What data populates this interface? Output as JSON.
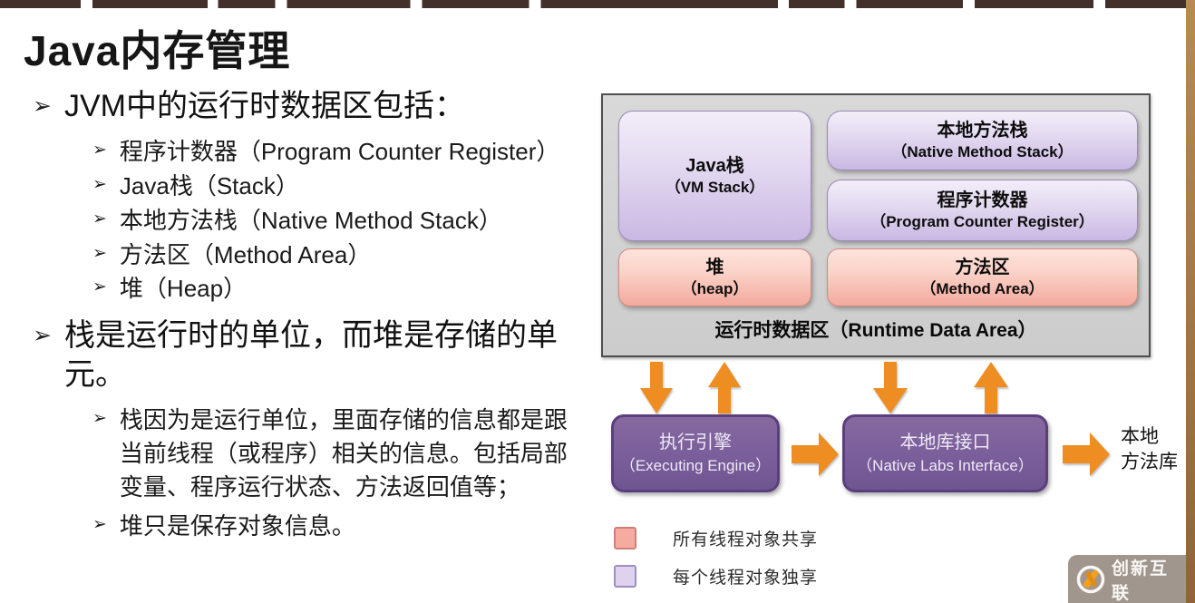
{
  "title": "Java内存管理",
  "ui": {
    "bullet": "➢"
  },
  "bullets": {
    "section1": {
      "heading": "JVM中的运行时数据区包括：",
      "items": [
        "程序计数器（Program Counter Register）",
        "Java栈（Stack）",
        "本地方法栈（Native Method Stack）",
        "方法区（Method Area）",
        "堆（Heap）"
      ]
    },
    "section2": {
      "heading": "栈是运行时的单位，而堆是存储的单元。",
      "items": [
        "栈因为是运行单位，里面存储的信息都是跟当前线程（或程序）相关的信息。包括局部变量、程序运行状态、方法返回值等；",
        "堆只是保存对象信息。"
      ]
    }
  },
  "diagram": {
    "runtime_caption": "运行时数据区（Runtime Data Area）",
    "vm_stack": {
      "line1": "Java栈",
      "line2": "（VM Stack）"
    },
    "native_method_stack": {
      "line1": "本地方法栈",
      "line2": "（Native Method Stack）"
    },
    "program_counter": {
      "line1": "程序计数器",
      "line2": "（Program Counter Register）"
    },
    "heap": {
      "line1": "堆",
      "line2": "（heap）"
    },
    "method_area": {
      "line1": "方法区",
      "line2": "（Method Area）"
    },
    "engine": {
      "line1": "执行引擎",
      "line2": "（Executing Engine）"
    },
    "native_interface": {
      "line1": "本地库接口",
      "line2": "（Native Labs Interface）"
    },
    "native_libs": {
      "line1": "本地",
      "line2": "方法库"
    },
    "colors": {
      "shared_pink": "#f6aba0",
      "exclusive_purple": "#ded2ef",
      "engine_purple": "#7a5e9b",
      "arrow_orange": "#ee8d22",
      "area_gray": "#d2d2d2"
    }
  },
  "legend": {
    "items": [
      {
        "label": "所有线程对象共享"
      },
      {
        "label": "每个线程对象独享"
      }
    ]
  },
  "watermark": {
    "brand": "创新互联"
  }
}
